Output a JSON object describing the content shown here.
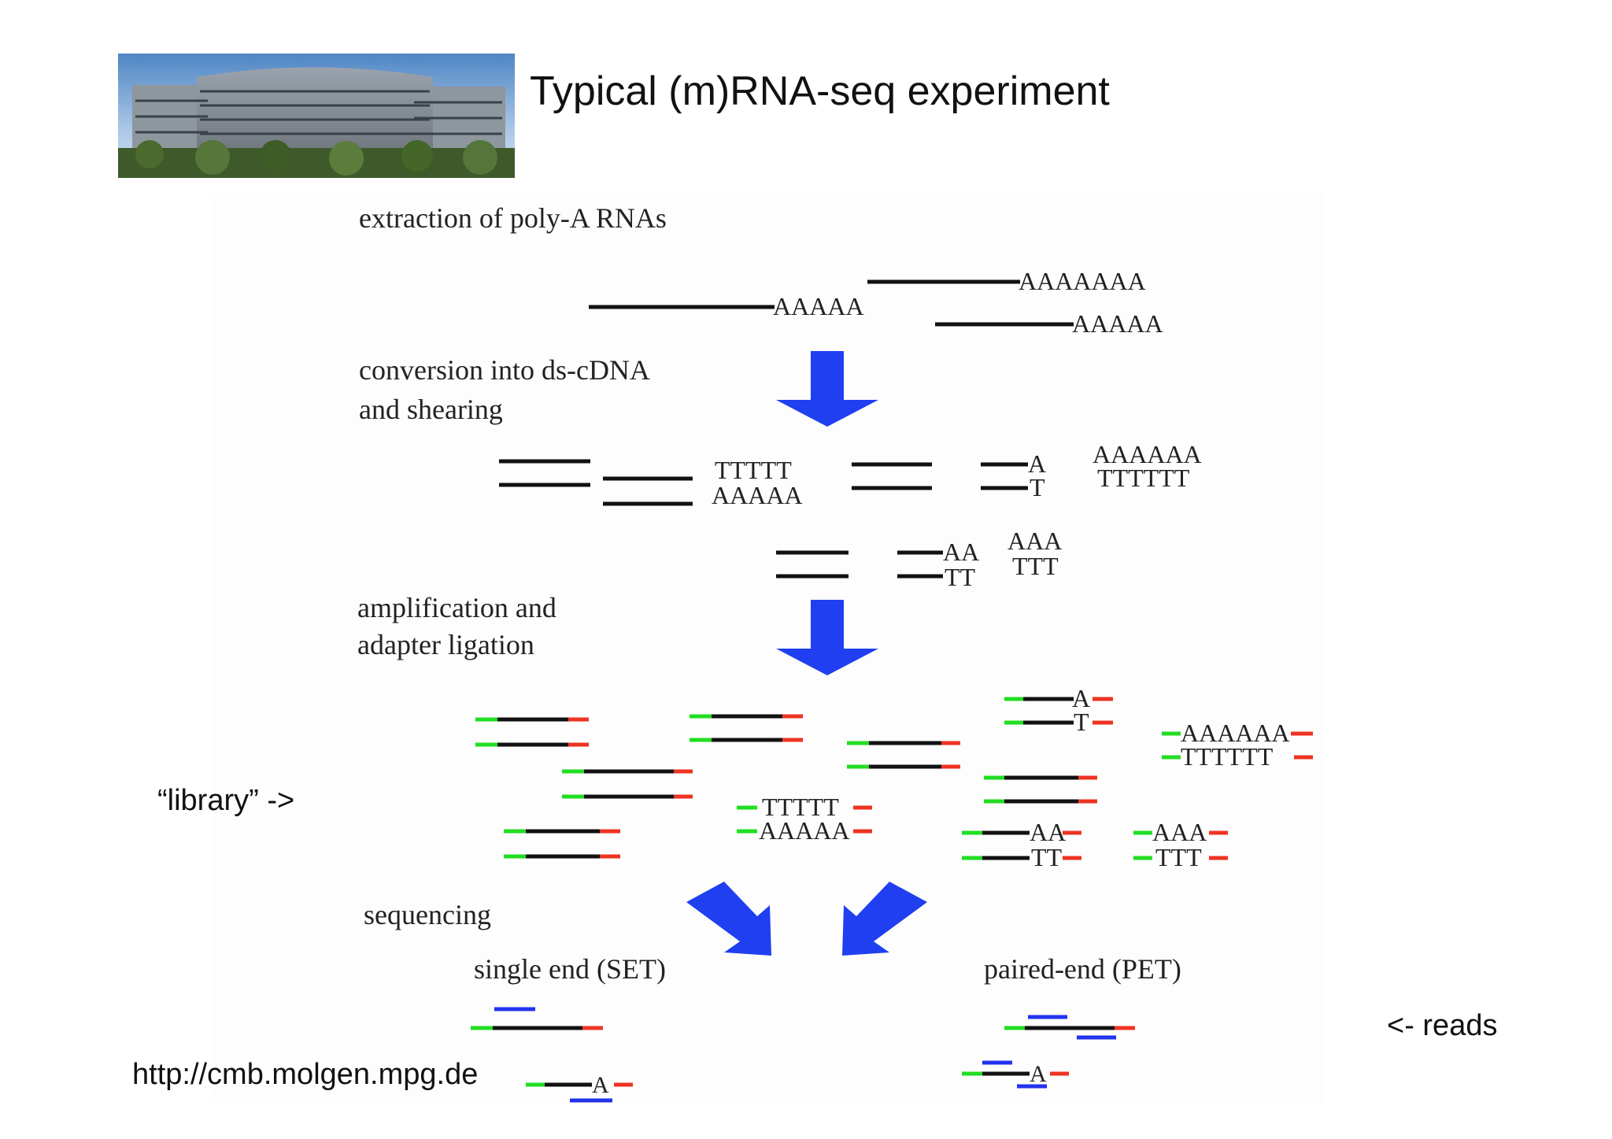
{
  "slide": {
    "title": "Typical (m)RNA-seq experiment",
    "library_label": "“library” ->",
    "reads_label": "<- reads",
    "url": "http://cmb.molgen.mpg.de"
  },
  "diagram": {
    "steps": {
      "extraction": "extraction of poly-A RNAs",
      "conversion_line1": "conversion into ds-cDNA",
      "conversion_line2": "and shearing",
      "amplification_line1": "amplification and",
      "amplification_line2": "adapter ligation",
      "sequencing": "sequencing",
      "single_end": "single end (SET)",
      "paired_end": "paired-end (PET)"
    },
    "rna_tails": [
      "AAAAAAA",
      "AAAAA",
      "AAAAA"
    ],
    "fragment_labels": {
      "t5": "TTTTT",
      "a5": "AAAAA",
      "a1": "A",
      "t1": "T",
      "a6": "AAAAAA",
      "t6": "TTTTTT",
      "aa": "AA",
      "tt": "TT",
      "aaa": "AAA",
      "ttt": "TTT"
    },
    "library_labels": {
      "a1": "A",
      "t1": "T",
      "a6": "AAAAAA",
      "t6": "TTTTTT",
      "t5": "TTTTT",
      "a5": "AAAAA",
      "aa": "AA",
      "tt": "TT",
      "aaa": "AAA",
      "ttt": "TTT"
    },
    "read_labels": {
      "set_a": "A",
      "pet_a": "A"
    },
    "colors": {
      "strand": "#111111",
      "adapter_left": "#22dd22",
      "adapter_right": "#ee3322",
      "read": "#2233ee",
      "arrow": "#1f3ff0"
    }
  }
}
